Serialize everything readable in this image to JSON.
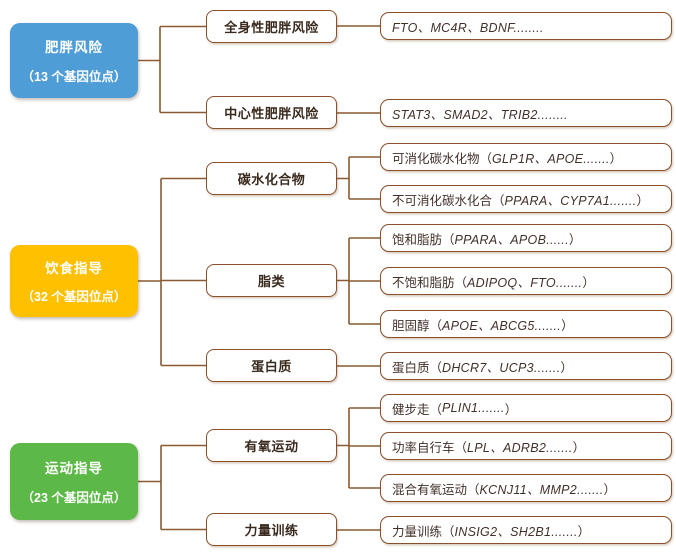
{
  "colors": {
    "obesity_blue": "#4E9DD6",
    "diet_gold": "#FFC000",
    "exercise_green": "#5CB947",
    "connector_brown": "#8A5A32",
    "box_border_brown": "#8A4F2B"
  },
  "groups": [
    {
      "label": "肥胖风险",
      "sublabel": "（13 个基因位点）"
    },
    {
      "label": "饮食指导",
      "sublabel": "（32 个基因位点）"
    },
    {
      "label": "运动指导",
      "sublabel": "（23 个基因位点）"
    }
  ],
  "categories": [
    {
      "label": "全身性肥胖风险"
    },
    {
      "label": "中心性肥胖风险"
    },
    {
      "label": "碳水化合物"
    },
    {
      "label": "脂类"
    },
    {
      "label": "蛋白质"
    },
    {
      "label": "有氧运动"
    },
    {
      "label": "力量训练"
    }
  ],
  "gene_boxes": [
    {
      "prefix": "",
      "open": "",
      "genes": "FTO、MC4R、BDNF........",
      "close": ""
    },
    {
      "prefix": "",
      "open": "",
      "genes": "STAT3、SMAD2、TRIB2........",
      "close": ""
    },
    {
      "prefix": "可消化碳水化物",
      "open": "（",
      "genes": "GLP1R、APOE.......",
      "close": "）"
    },
    {
      "prefix": "不可消化碳水化合",
      "open": "（",
      "genes": "PPARA、CYP7A1.......",
      "close": "）"
    },
    {
      "prefix": "饱和脂肪",
      "open": "（",
      "genes": "PPARA、APOB......",
      "close": "）"
    },
    {
      "prefix": "不饱和脂肪",
      "open": "（",
      "genes": "ADIPOQ、FTO.......",
      "close": "）"
    },
    {
      "prefix": "胆固醇",
      "open": "（",
      "genes": "APOE、ABCG5.......",
      "close": "）"
    },
    {
      "prefix": "蛋白质",
      "open": "（",
      "genes": "DHCR7、UCP3.......",
      "close": "）"
    },
    {
      "prefix": "健步走",
      "open": "（",
      "genes": "PLIN1.......",
      "close": "）"
    },
    {
      "prefix": "功率自行车",
      "open": "（",
      "genes": "LPL、ADRB2.......",
      "close": "）"
    },
    {
      "prefix": "混合有氧运动",
      "open": "（",
      "genes": "KCNJ11、MMP2.......",
      "close": "）"
    },
    {
      "prefix": "力量训练",
      "open": "（",
      "genes": "INSIG2、SH2B1.......",
      "close": "）"
    }
  ]
}
